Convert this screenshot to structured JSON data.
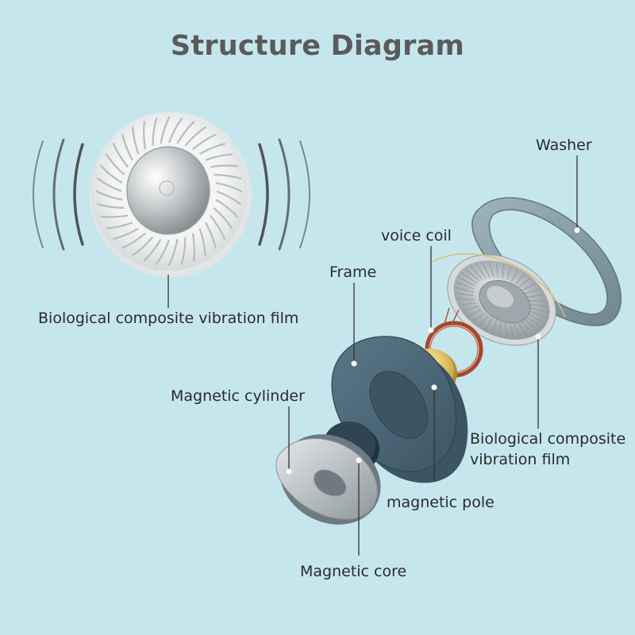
{
  "title": "Structure Diagram",
  "labels": {
    "film_main": "Biological composite vibration film",
    "washer": "Washer",
    "voice_coil": "voice coil",
    "frame": "Frame",
    "magnetic_cylinder": "Magnetic cylinder",
    "film_part_line1": "Biological composite",
    "film_part_line2": "vibration film",
    "magnetic_pole": "magnetic pole",
    "magnetic_core": "Magnetic core"
  },
  "colors": {
    "background": "#c6e6ee",
    "title": "#5b5b5b",
    "frame": "#4d6a7a",
    "washer": "#8aa0aa",
    "voice_coil": "#a8462e",
    "magnetic_pole": "#e4c44a",
    "magnetic_core": "#2f4552"
  }
}
